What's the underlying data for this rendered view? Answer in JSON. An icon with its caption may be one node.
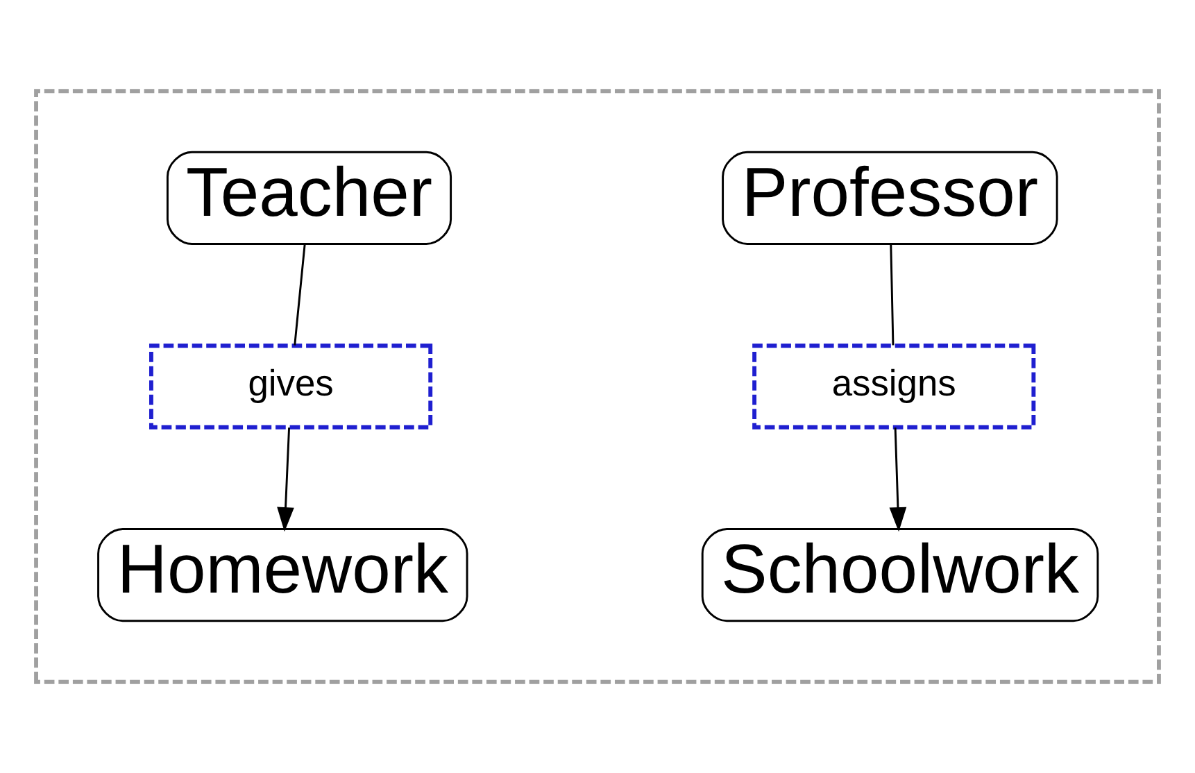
{
  "diagram": {
    "nodes": [
      {
        "text": [],
        "shape": "box"
      },
      {
        "text": [
          "Teacher"
        ],
        "in": 0
      },
      {
        "text": [
          "gives"
        ],
        "in": 0
      },
      {
        "text": [
          "Homework"
        ],
        "in": 0
      },
      {
        "text": [
          "Professor"
        ],
        "in": 0
      },
      {
        "text": [
          "assigns"
        ],
        "in": 0
      },
      {
        "text": [
          "Schoolwork"
        ],
        "in": 0
      }
    ],
    "edges": [
      {
        "from": 1,
        "to": 2,
        "arrow": "none"
      },
      {
        "from": 2,
        "to": 3,
        "arrow": "to"
      },
      {
        "from": 4,
        "to": 5,
        "arrow": "none"
      },
      {
        "from": 5,
        "to": 6,
        "arrow": "to"
      }
    ]
  }
}
